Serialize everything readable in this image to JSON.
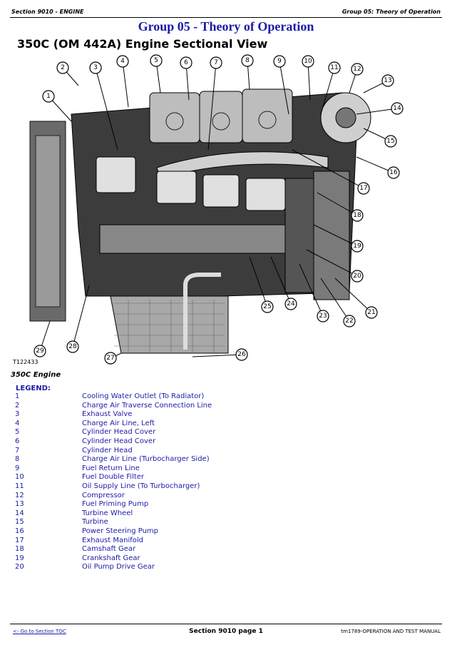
{
  "header": {
    "left": "Section 9010 - ENGINE",
    "right": "Group 05: Theory of Operation"
  },
  "group_title": "Group 05 - Theory of Operation",
  "section_title": "350C (OM 442A) Engine Sectional View",
  "figure": {
    "id_label": "T122433",
    "caption": "350C Engine",
    "callouts": [
      "1",
      "2",
      "3",
      "4",
      "5",
      "6",
      "7",
      "8",
      "9",
      "10",
      "11",
      "12",
      "13",
      "14",
      "15",
      "16",
      "17",
      "18",
      "19",
      "20",
      "21",
      "22",
      "23",
      "24",
      "25",
      "26",
      "27",
      "28",
      "29"
    ]
  },
  "legend": {
    "title": "LEGEND:",
    "items": [
      {
        "num": "1",
        "label": "Cooling Water Outlet (To Radiator)"
      },
      {
        "num": "2",
        "label": "Charge Air Traverse Connection Line"
      },
      {
        "num": "3",
        "label": "Exhaust Valve"
      },
      {
        "num": "4",
        "label": "Charge Air Line, Left"
      },
      {
        "num": "5",
        "label": "Cylinder Head Cover"
      },
      {
        "num": "6",
        "label": "Cylinder Head Cover"
      },
      {
        "num": "7",
        "label": "Cylinder Head"
      },
      {
        "num": "8",
        "label": "Charge Air Line (Turbocharger Side)"
      },
      {
        "num": "9",
        "label": "Fuel Return Line"
      },
      {
        "num": "10",
        "label": "Fuel Double Filter"
      },
      {
        "num": "11",
        "label": "Oil Supply Line (To Turbocharger)"
      },
      {
        "num": "12",
        "label": "Compressor"
      },
      {
        "num": "13",
        "label": "Fuel Priming Pump"
      },
      {
        "num": "14",
        "label": "Turbine Wheel"
      },
      {
        "num": "15",
        "label": "Turbine"
      },
      {
        "num": "16",
        "label": "Power Steering Pump"
      },
      {
        "num": "17",
        "label": "Exhaust Manifold"
      },
      {
        "num": "18",
        "label": "Camshaft Gear"
      },
      {
        "num": "19",
        "label": "Crankshaft Gear"
      },
      {
        "num": "20",
        "label": "Oil Pump Drive Gear"
      }
    ]
  },
  "footer": {
    "toc_link": "<- Go to Section TOC",
    "page": "Section 9010 page 1",
    "manual": "tm1789-OPERATION AND TEST MANUAL"
  }
}
